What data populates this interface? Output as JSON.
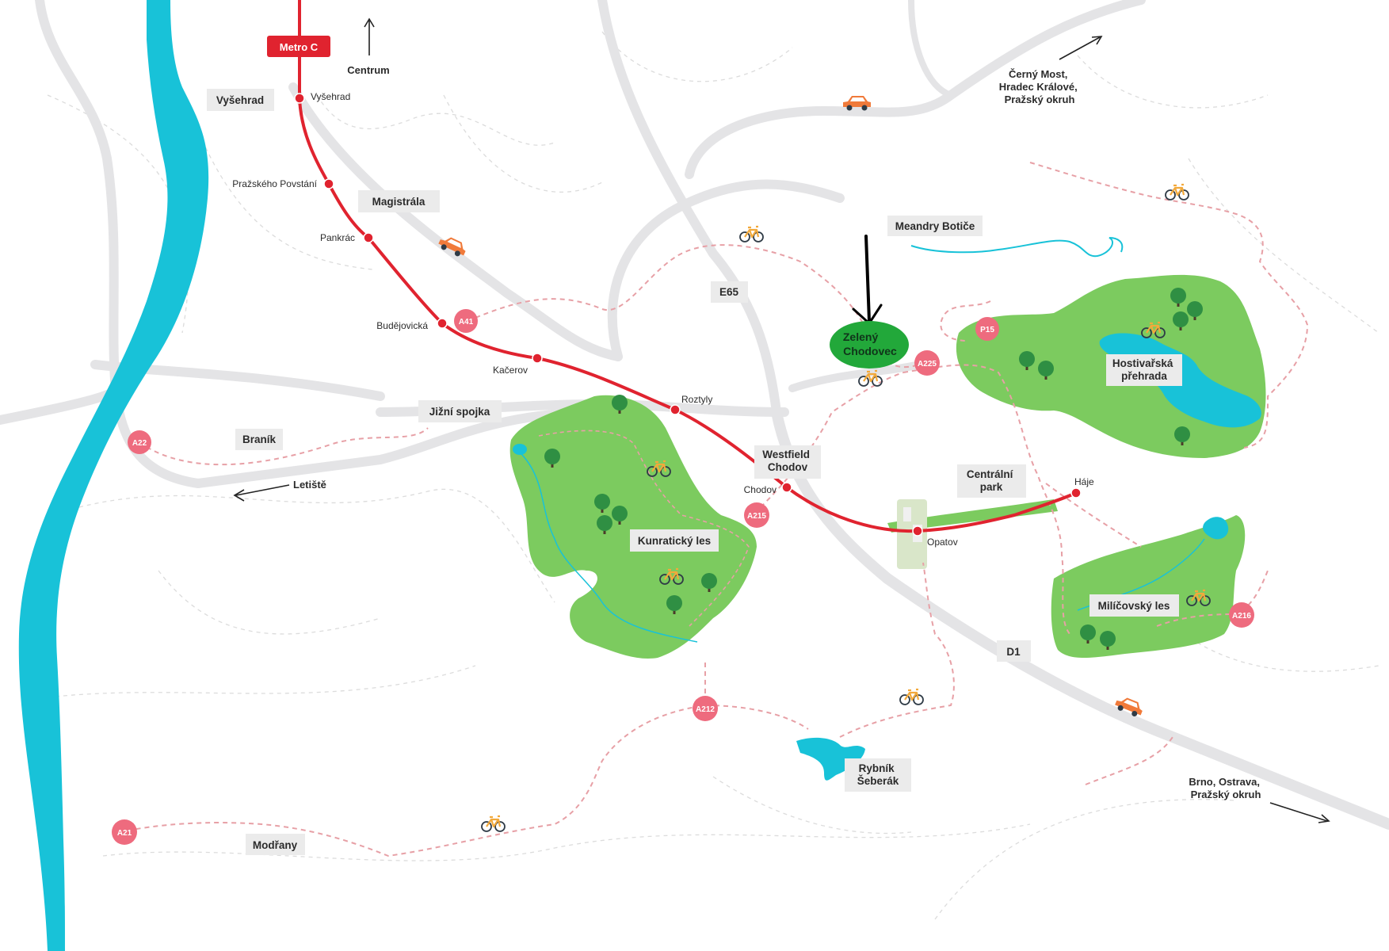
{
  "metro": {
    "line_label": "Metro C",
    "color": "#e0232f",
    "stations": [
      "Vyšehrad",
      "Pražského Povstání",
      "Pankrác",
      "Budějovická",
      "Kačerov",
      "Roztyly",
      "Chodov",
      "Opatov",
      "Háje"
    ]
  },
  "directions": {
    "north": "Centrum",
    "west": "Letiště",
    "northeast": [
      "Černý Most,",
      "Hradec Králové,",
      "Pražský okruh"
    ],
    "southeast": [
      "Brno, Ostrava,",
      "Pražský okruh"
    ]
  },
  "places": {
    "vysehrad": "Vyšehrad",
    "magistrala": "Magistrála",
    "e65": "E65",
    "meandry": "Meandry Botiče",
    "jizni_spojka": "Jižní spojka",
    "branik": "Braník",
    "westfield": [
      "Westfield",
      "Chodov"
    ],
    "centralni_park": [
      "Centrální",
      "park"
    ],
    "hostivarska": [
      "Hostivařská",
      "přehrada"
    ],
    "kunraticky": "Kunratický les",
    "milicovsky": "Milíčovský les",
    "d1": "D1",
    "rybnik": [
      "Rybník",
      "Šeberák"
    ],
    "modrany": "Modřany"
  },
  "highlight": {
    "label": [
      "Zelený",
      "Chodovec"
    ],
    "color": "#22a83a"
  },
  "badges": [
    "A41",
    "A22",
    "A215",
    "A225",
    "P15",
    "A216",
    "A212",
    "A21"
  ],
  "colors": {
    "river": "#18c2d8",
    "park": "#7ccb5f",
    "badge": "#ee6b7e",
    "route_dash": "#e7a0a6"
  },
  "icons": [
    "car-icon",
    "bike-icon",
    "tree-icon"
  ]
}
